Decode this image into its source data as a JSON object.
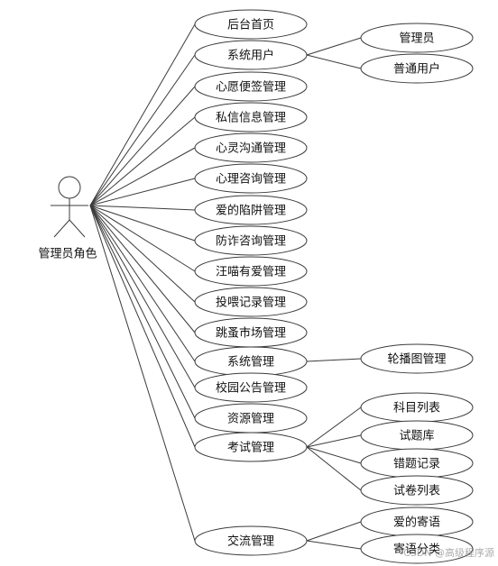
{
  "actor": {
    "label": "管理员角色"
  },
  "use_cases": [
    {
      "id": "uc-1",
      "label": "后台首页",
      "children": []
    },
    {
      "id": "uc-2",
      "label": "系统用户",
      "children": [
        "管理员",
        "普通用户"
      ]
    },
    {
      "id": "uc-3",
      "label": "心愿便签管理",
      "children": []
    },
    {
      "id": "uc-4",
      "label": "私信信息管理",
      "children": []
    },
    {
      "id": "uc-5",
      "label": "心灵沟通管理",
      "children": []
    },
    {
      "id": "uc-6",
      "label": "心理咨询管理",
      "children": []
    },
    {
      "id": "uc-7",
      "label": "爱的陷阱管理",
      "children": []
    },
    {
      "id": "uc-8",
      "label": "防诈咨询管理",
      "children": []
    },
    {
      "id": "uc-9",
      "label": "汪喵有爱管理",
      "children": []
    },
    {
      "id": "uc-10",
      "label": "投喂记录管理",
      "children": []
    },
    {
      "id": "uc-11",
      "label": "跳蚤市场管理",
      "children": []
    },
    {
      "id": "uc-12",
      "label": "系统管理",
      "children": [
        "轮播图管理"
      ]
    },
    {
      "id": "uc-13",
      "label": "校园公告管理",
      "children": []
    },
    {
      "id": "uc-14",
      "label": "资源管理",
      "children": []
    },
    {
      "id": "uc-15",
      "label": "考试管理",
      "children": [
        "科目列表",
        "试题库",
        "错题记录",
        "试卷列表"
      ]
    },
    {
      "id": "uc-16",
      "label": "交流管理",
      "children": [
        "爱的寄语",
        "寄语分类"
      ]
    }
  ],
  "watermark": "CSDN @高级程序源"
}
